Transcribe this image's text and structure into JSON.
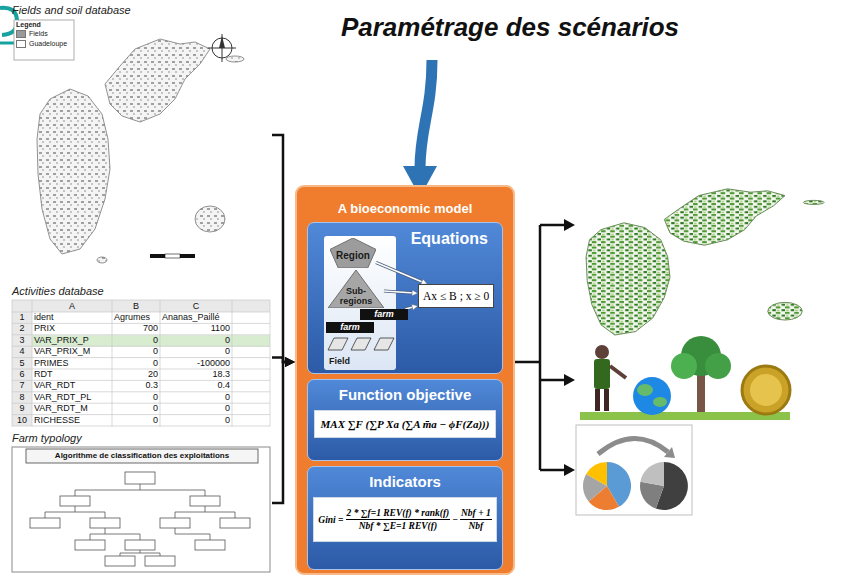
{
  "diagram": {
    "title": "Paramétrage des scénarios",
    "nodes": [
      {
        "text": [
          "Fields and soil database"
        ]
      },
      {
        "text": [
          "Activities database"
        ]
      },
      {
        "text": [
          "Farm typology"
        ]
      },
      {
        "text": [
          "A bioeconomic model"
        ]
      },
      {
        "text": [
          "Equations"
        ],
        "in": 3
      },
      {
        "text": [
          "Region"
        ],
        "in": 4
      },
      {
        "text": [
          "Sub-regions"
        ],
        "in": 4
      },
      {
        "text": [
          "farm"
        ],
        "in": 4
      },
      {
        "text": [
          "farm"
        ],
        "in": 4
      },
      {
        "text": [
          "Field"
        ],
        "in": 4
      },
      {
        "text": [
          "Ax ≤ B ; x ≥ 0"
        ],
        "in": 4
      },
      {
        "text": [
          "Function objective",
          "MAX ∑F (∑P Xa (∑A m̄a − ϕF(Za)))"
        ],
        "in": 3
      },
      {
        "text": [
          "Indicators",
          "Gini =",
          "2 * ∑f=1 REV(f) * rank(f)",
          "Nbf * ∑E=1 REV(f)",
          "−",
          "Nbf + 1",
          "Nbf"
        ],
        "in": 3
      }
    ],
    "edges": [
      {
        "from": 0,
        "to": 3,
        "arrow": "to"
      },
      {
        "from": 1,
        "to": 3,
        "arrow": "to"
      },
      {
        "from": 2,
        "to": 3,
        "arrow": "to"
      },
      {
        "from": 5,
        "to": 10,
        "arrow": "to"
      },
      {
        "from": 6,
        "to": 10,
        "arrow": "to"
      },
      {
        "from": 7,
        "to": 10,
        "arrow": "to"
      }
    ],
    "labels": [
      "Legend",
      "A",
      "B",
      "C",
      "1",
      "ident",
      "Agrumes",
      "Ananas_Paillé",
      "2",
      "PRIX",
      "700",
      "1100",
      "3",
      "VAR_PRIX_P",
      "0",
      "0",
      "4",
      "VAR_PRIX_M",
      "0",
      "0",
      "5",
      "PRIMES",
      "0",
      "-100000",
      "6",
      "RDT",
      "20",
      "18.3",
      "7",
      "VAR_RDT",
      "0.3",
      "0.4",
      "8",
      "VAR_RDT_PL",
      "0",
      "0",
      "9",
      "VAR_RDT_M",
      "0",
      "0",
      "10",
      "RICHESSE",
      "0",
      "0",
      "Algorithme de classification des exploitations"
    ],
    "legend": [
      {
        "text": "Fields",
        "color": "#9a9a9a"
      },
      {
        "text": "Guadeloupe",
        "color": "#ffffff"
      }
    ]
  }
}
